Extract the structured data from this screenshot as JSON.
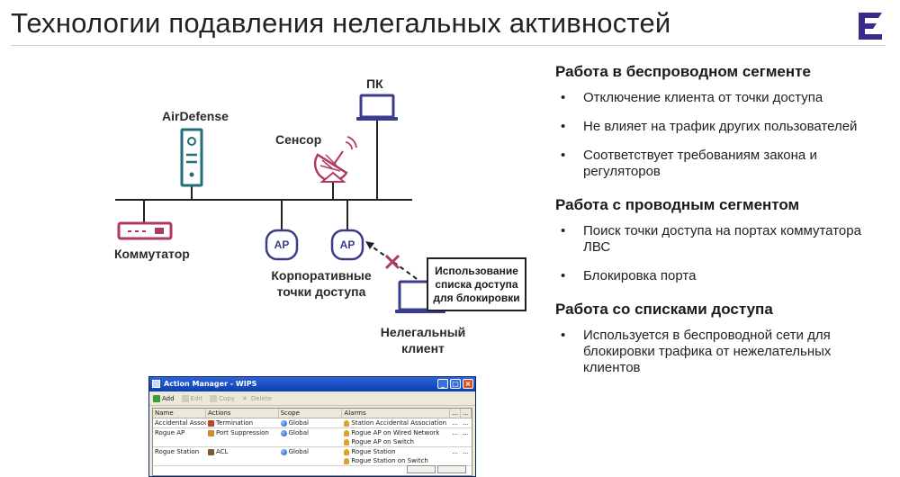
{
  "slide": {
    "title": "Технологии подавления нелегальных активностей",
    "logo_icon": "extreme-logo-icon"
  },
  "diagram": {
    "airdefense_label": "AirDefense",
    "sensor_label": "Сенсор",
    "pc_label": "ПК",
    "switch_label": "Коммутатор",
    "ap_badge": "AP",
    "corp_ap_label_1": "Корпоративные",
    "corp_ap_label_2": "точки доступа",
    "rogue_client_label_1": "Нелегальный",
    "rogue_client_label_2": "клиент",
    "callout_line_1": "Использование",
    "callout_line_2": "списка доступа",
    "callout_line_3": "для блокировки",
    "colors": {
      "accent": "#b03a5b",
      "teal": "#1f6e78",
      "navy": "#3b3c8c",
      "wire": "#222222"
    }
  },
  "sections": [
    {
      "heading": "Работа в беспроводном сегменте",
      "bullets": [
        "Отключение клиента от точки доступа",
        "Не влияет на трафик других пользователей",
        "Соответствует требованиям закона и регуляторов"
      ]
    },
    {
      "heading": "Работа с проводным сегментом",
      "bullets": [
        "Поиск точки доступа на портах коммутатора ЛВС",
        "Блокировка порта"
      ]
    },
    {
      "heading": "Работа со списками доступа",
      "bullets": [
        "Используется в беспроводной сети для блокировки трафика от нежелательных клиентов"
      ]
    }
  ],
  "window": {
    "title": "Action Manager - WIPS",
    "toolbar": {
      "add": "Add",
      "edit": "Edit",
      "copy": "Copy",
      "delete": "Delete"
    },
    "columns": [
      "Name",
      "Actions",
      "Scope",
      "Alarms"
    ],
    "rows": [
      {
        "name": "Accidental Associati",
        "action": "Termination",
        "scope": "Global",
        "alarms": [
          "Station Accidental Association"
        ]
      },
      {
        "name": "Rogue AP",
        "action": "Port Suppression",
        "scope": "Global",
        "alarms": [
          "Rogue AP on Wired Network",
          "Rogue AP on Switch"
        ]
      },
      {
        "name": "Rogue Station",
        "action": "ACL",
        "scope": "Global",
        "alarms": [
          "Rogue Station",
          "Rogue Station on Switch"
        ]
      }
    ],
    "ellipsis": "..."
  }
}
